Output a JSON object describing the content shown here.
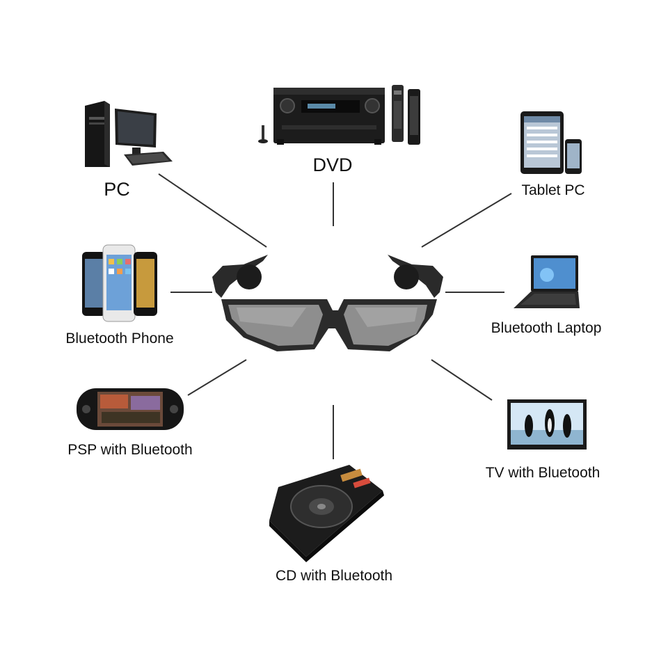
{
  "center_device": "bluetooth-sunglasses-icon",
  "devices": {
    "pc": {
      "label": "PC",
      "icon": "desktop-pc-icon"
    },
    "dvd": {
      "label": "DVD",
      "icon": "dvd-receiver-icon"
    },
    "tablet": {
      "label": "Tablet PC",
      "icon": "tablet-icon"
    },
    "phone": {
      "label": "Bluetooth Phone",
      "icon": "smartphones-icon"
    },
    "laptop": {
      "label": "Bluetooth Laptop",
      "icon": "laptop-icon"
    },
    "psp": {
      "label": "PSP with Bluetooth",
      "icon": "psp-icon"
    },
    "tv": {
      "label": "TV with Bluetooth",
      "icon": "tv-icon"
    },
    "cd": {
      "label": "CD with Bluetooth",
      "icon": "cd-player-icon"
    }
  },
  "colors": {
    "connector": "#333333",
    "text": "#111111",
    "background": "#ffffff"
  }
}
